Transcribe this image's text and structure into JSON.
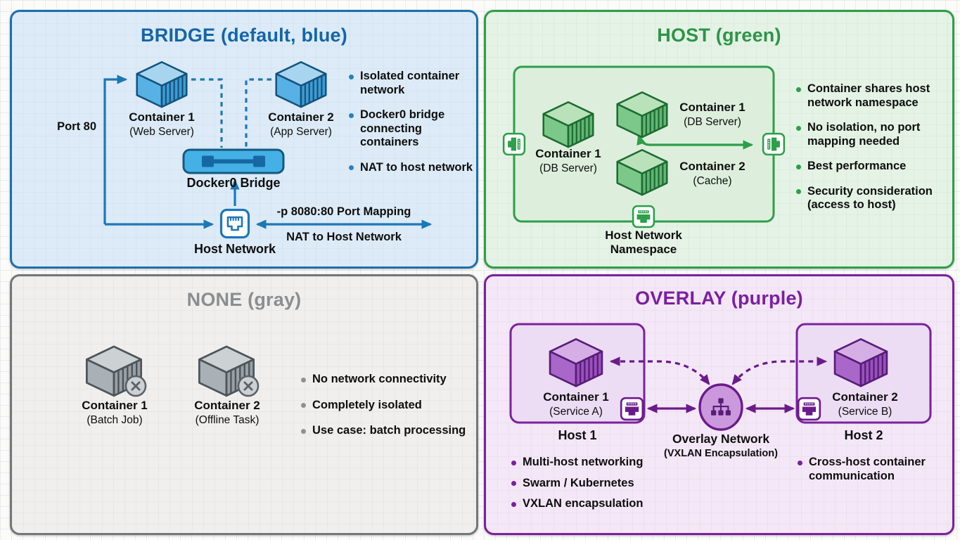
{
  "meta": {
    "subject": "Docker network modes diagram",
    "accents": {
      "bridge": "#1565a8",
      "host": "#2e9447",
      "none": "#8b8e91",
      "overlay": "#7b1fa2"
    },
    "icons": {
      "container": "isometric-container-cube",
      "ethernet_port": "rj45-port",
      "overlay_network": "sitemap-circle",
      "no_network": "x-circle-badge",
      "docker0_bridge": "bridge-dumbbell"
    }
  },
  "bridge": {
    "title": "BRIDGE (default, blue)",
    "container1_name": "Container 1",
    "container1_sub": "(Web Server)",
    "container2_name": "Container 2",
    "container2_sub": "(App Server)",
    "port80_label": "Port 80",
    "docker0_label": "Docker0 Bridge",
    "host_network_label": "Host Network",
    "port_mapping_label": "-p 8080:80 Port Mapping",
    "nat_label": "NAT to Host Network",
    "bullets": [
      "Isolated container network",
      "Docker0 bridge connecting containers",
      "NAT to host network"
    ]
  },
  "host": {
    "title": "HOST (green)",
    "containerA_name": "Container 1",
    "containerA_sub": "(DB Server)",
    "containerB_name": "Container 1",
    "containerB_sub": "(DB Server)",
    "containerC_name": "Container 2",
    "containerC_sub": "(Cache)",
    "namespace_label": "Host Network Namespace",
    "bullets": [
      "Container shares host network namespace",
      "No isolation, no port mapping needed",
      "Best performance",
      "Security consideration (access to host)"
    ]
  },
  "none": {
    "title": "NONE (gray)",
    "container1_name": "Container 1",
    "container1_sub": "(Batch Job)",
    "container2_name": "Container 2",
    "container2_sub": "(Offline Task)",
    "bullets": [
      "No network connectivity",
      "Completely isolated",
      "Use case: batch processing"
    ]
  },
  "overlay": {
    "title": "OVERLAY (purple)",
    "container1_name": "Container 1",
    "container1_sub": "(Service A)",
    "container2_name": "Container 2",
    "container2_sub": "(Service B)",
    "host1_label": "Host 1",
    "host2_label": "Host 2",
    "overlay_name": "Overlay Network",
    "overlay_sub": "(VXLAN Encapsulation)",
    "bullets_left": [
      "Multi-host networking",
      "Swarm / Kubernetes",
      "VXLAN encapsulation"
    ],
    "bullets_right": [
      "Cross-host container communication"
    ]
  }
}
